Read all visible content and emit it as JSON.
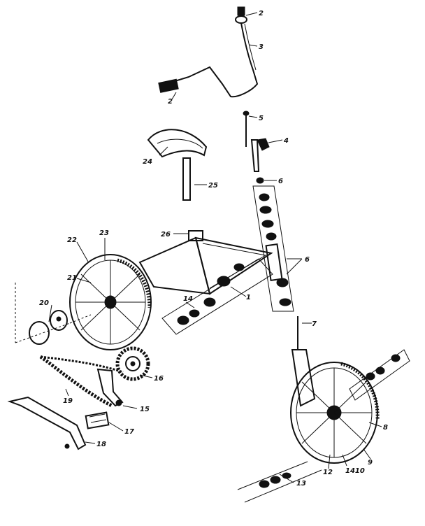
{
  "labels": {
    "l1": "1",
    "l2a": "2",
    "l2b": "2",
    "l3": "3",
    "l4": "4",
    "l5": "5",
    "l6a": "6",
    "l6b": "6",
    "l7": "7",
    "l8": "8",
    "l9": "9",
    "l10": "1410",
    "l12": "12",
    "l13": "13",
    "l14": "14",
    "l15": "15",
    "l16": "16",
    "l17": "17",
    "l18": "18",
    "l19": "19",
    "l20": "20",
    "l21": "21",
    "l22": "22",
    "l23": "23",
    "l24": "24",
    "l25": "25",
    "l26": "26"
  }
}
